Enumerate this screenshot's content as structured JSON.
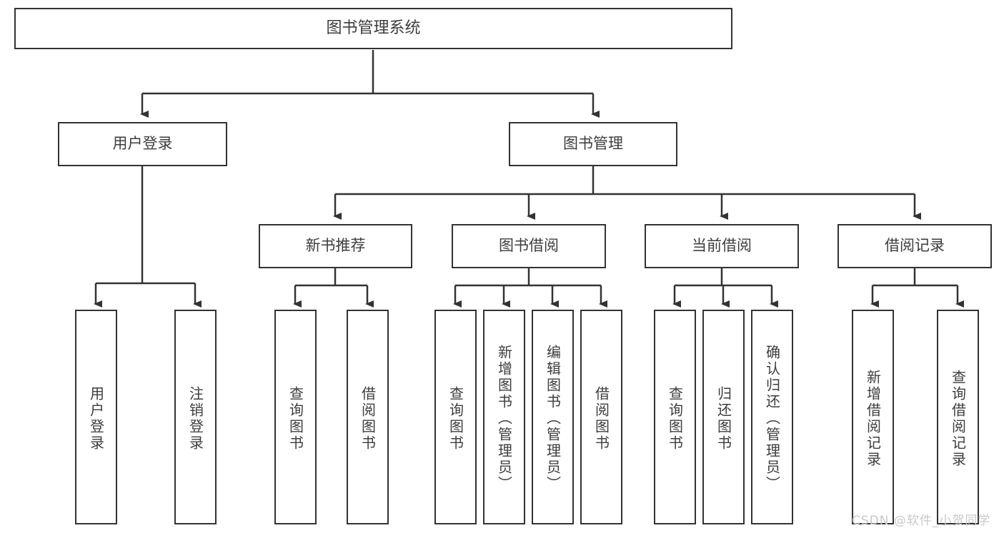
{
  "diagram": {
    "title": "图书管理系统",
    "type": "hierarchy-tree",
    "root": {
      "label": "图书管理系统"
    },
    "level2": [
      {
        "label": "用户登录"
      },
      {
        "label": "图书管理"
      }
    ],
    "level3": [
      {
        "label": "新书推荐"
      },
      {
        "label": "图书借阅"
      },
      {
        "label": "当前借阅"
      },
      {
        "label": "借阅记录"
      }
    ],
    "leaves": {
      "user_login": [
        {
          "label": "用户登录"
        },
        {
          "label": "注销登录"
        }
      ],
      "new_book_recommend": [
        {
          "label": "查询图书"
        },
        {
          "label": "借阅图书"
        }
      ],
      "book_borrow": [
        {
          "label": "查询图书"
        },
        {
          "label": "新增图书（管理员）"
        },
        {
          "label": "编辑图书（管理员）"
        },
        {
          "label": "借阅图书"
        }
      ],
      "current_borrow": [
        {
          "label": "查询图书"
        },
        {
          "label": "归还图书"
        },
        {
          "label": "确认归还（管理员）"
        }
      ],
      "borrow_record": [
        {
          "label": "新增借阅记录"
        },
        {
          "label": "查询借阅记录"
        }
      ]
    }
  },
  "watermark": {
    "text": "CSDN @软件_小贺同学"
  },
  "colors": {
    "border": "#333333",
    "text": "#3d3d3d",
    "background": "#ffffff",
    "watermark": "#c9c9c9"
  }
}
